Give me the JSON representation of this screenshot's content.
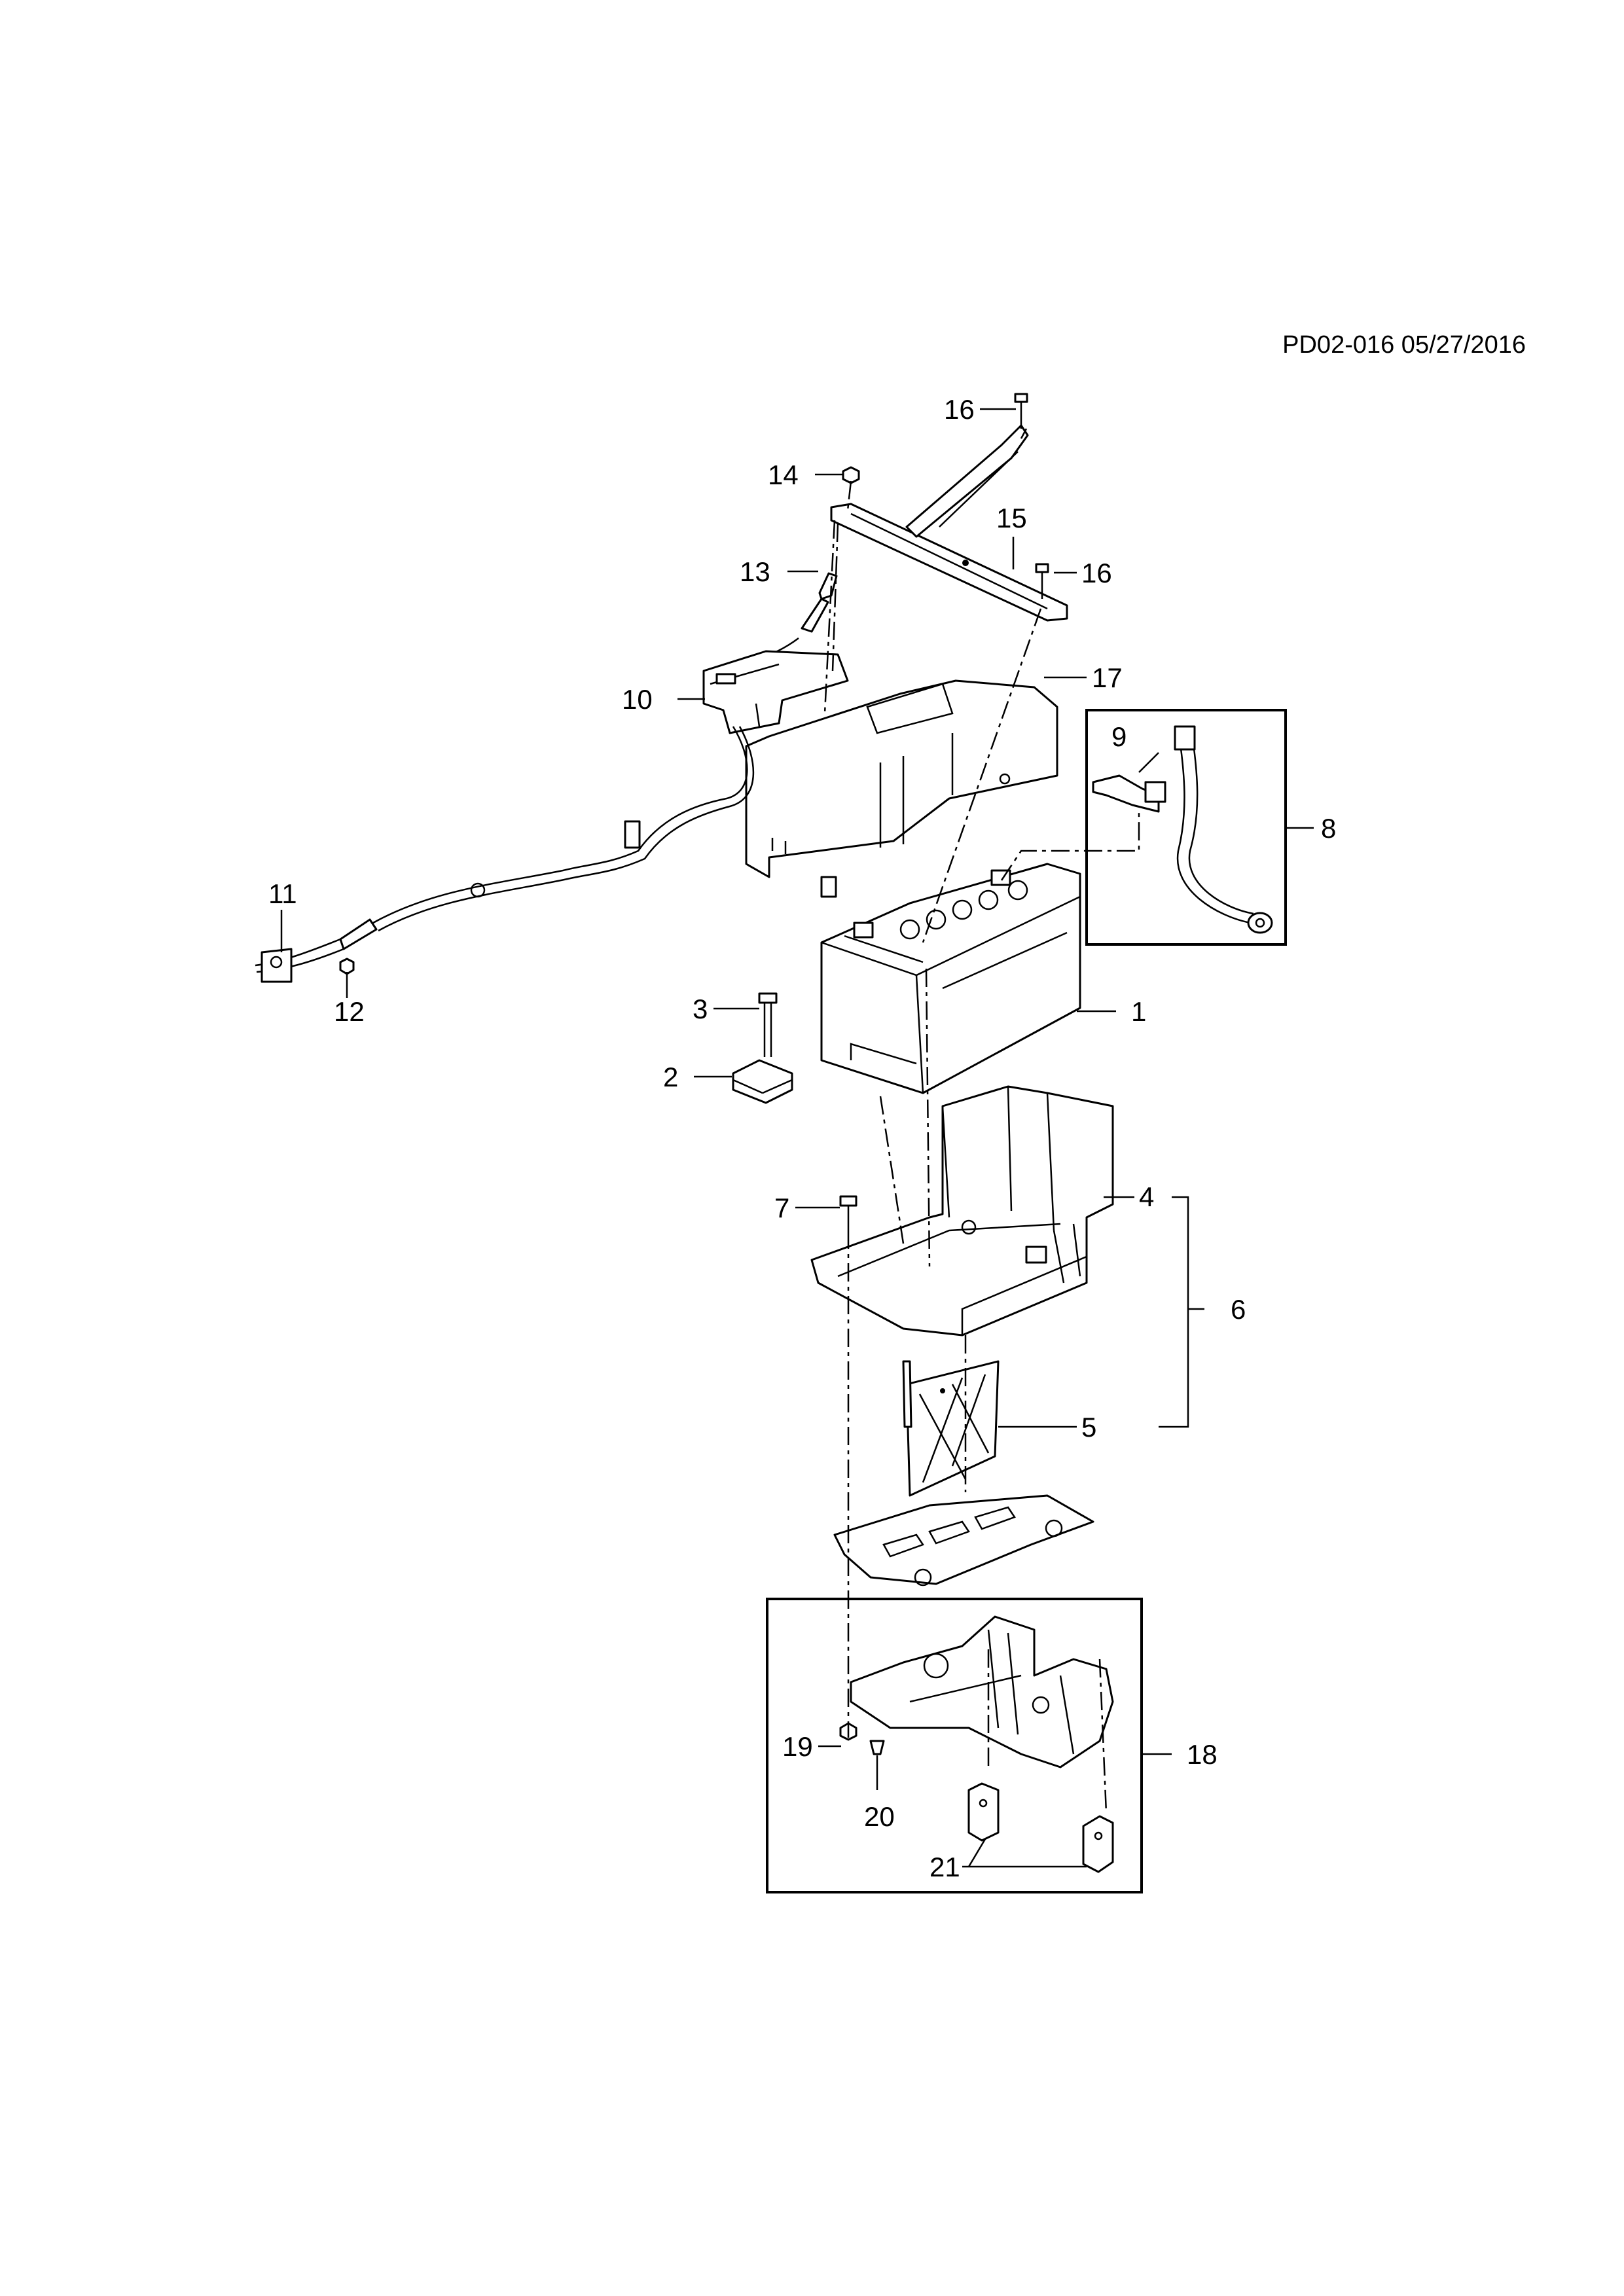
{
  "header": {
    "doc_id": "PD02-016 05/27/2016"
  },
  "callouts": {
    "c1": "1",
    "c2": "2",
    "c3": "3",
    "c4": "4",
    "c5": "5",
    "c6": "6",
    "c7": "7",
    "c8": "8",
    "c9": "9",
    "c10": "10",
    "c11": "11",
    "c12": "12",
    "c13": "13",
    "c14": "14",
    "c15": "15",
    "c16a": "16",
    "c16b": "16",
    "c17": "17",
    "c18": "18",
    "c19": "19",
    "c20": "20",
    "c21": "21"
  }
}
